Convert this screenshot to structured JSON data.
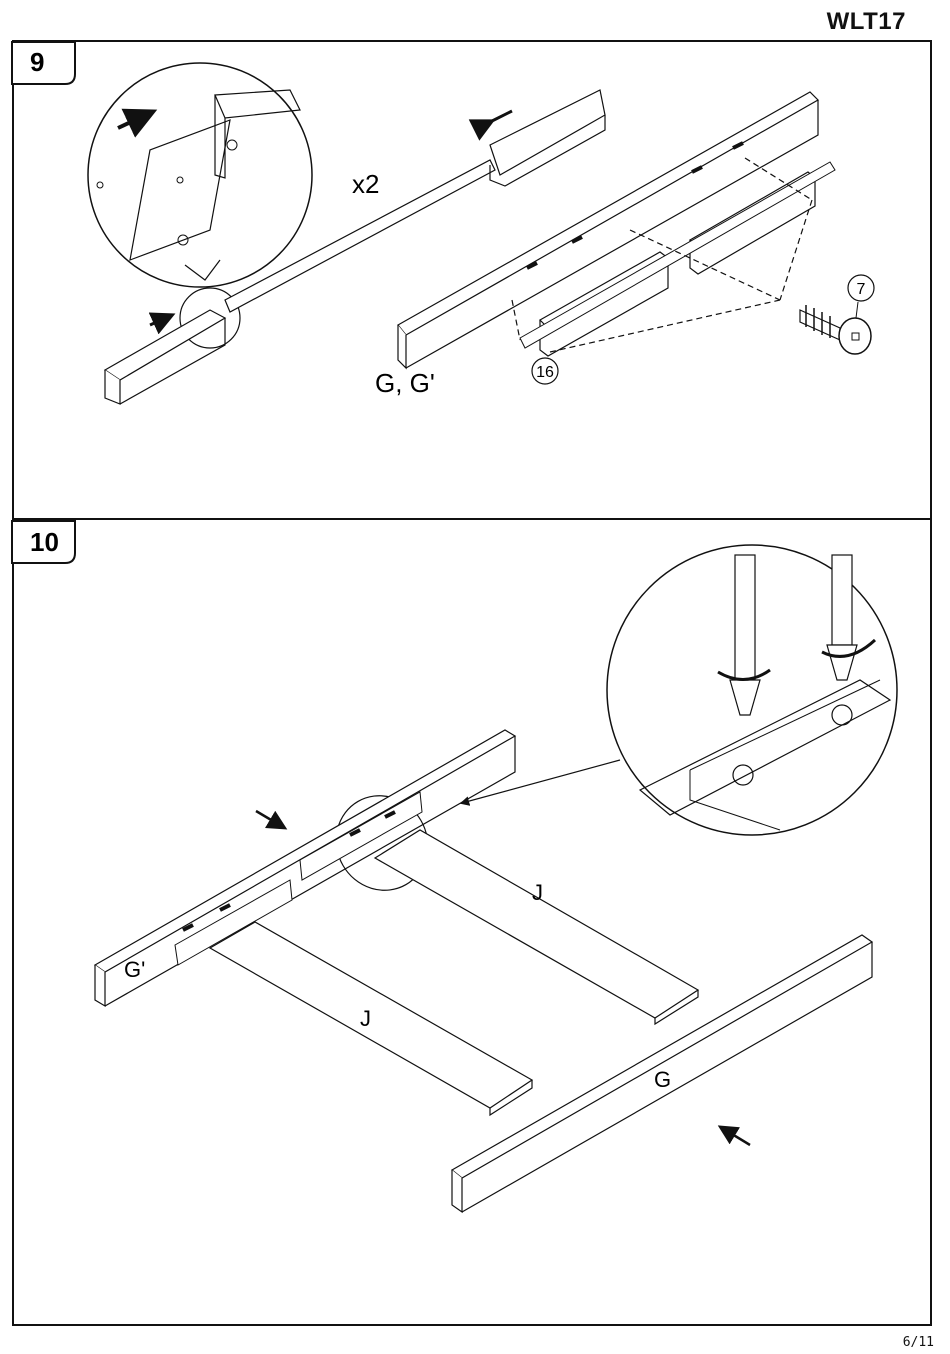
{
  "header": {
    "model_code": "WLT17"
  },
  "footer": {
    "page_number": "6/11"
  },
  "steps": [
    {
      "number": "9",
      "labels": {
        "quantity": "x2",
        "panels": "G, G'"
      },
      "parts": {
        "screw_ref": "7",
        "bracket_ref": "16"
      }
    },
    {
      "number": "10",
      "labels": {
        "rail_left": "G'",
        "rail_right": "G",
        "bar_top": "J",
        "bar_bottom": "J"
      }
    }
  ]
}
